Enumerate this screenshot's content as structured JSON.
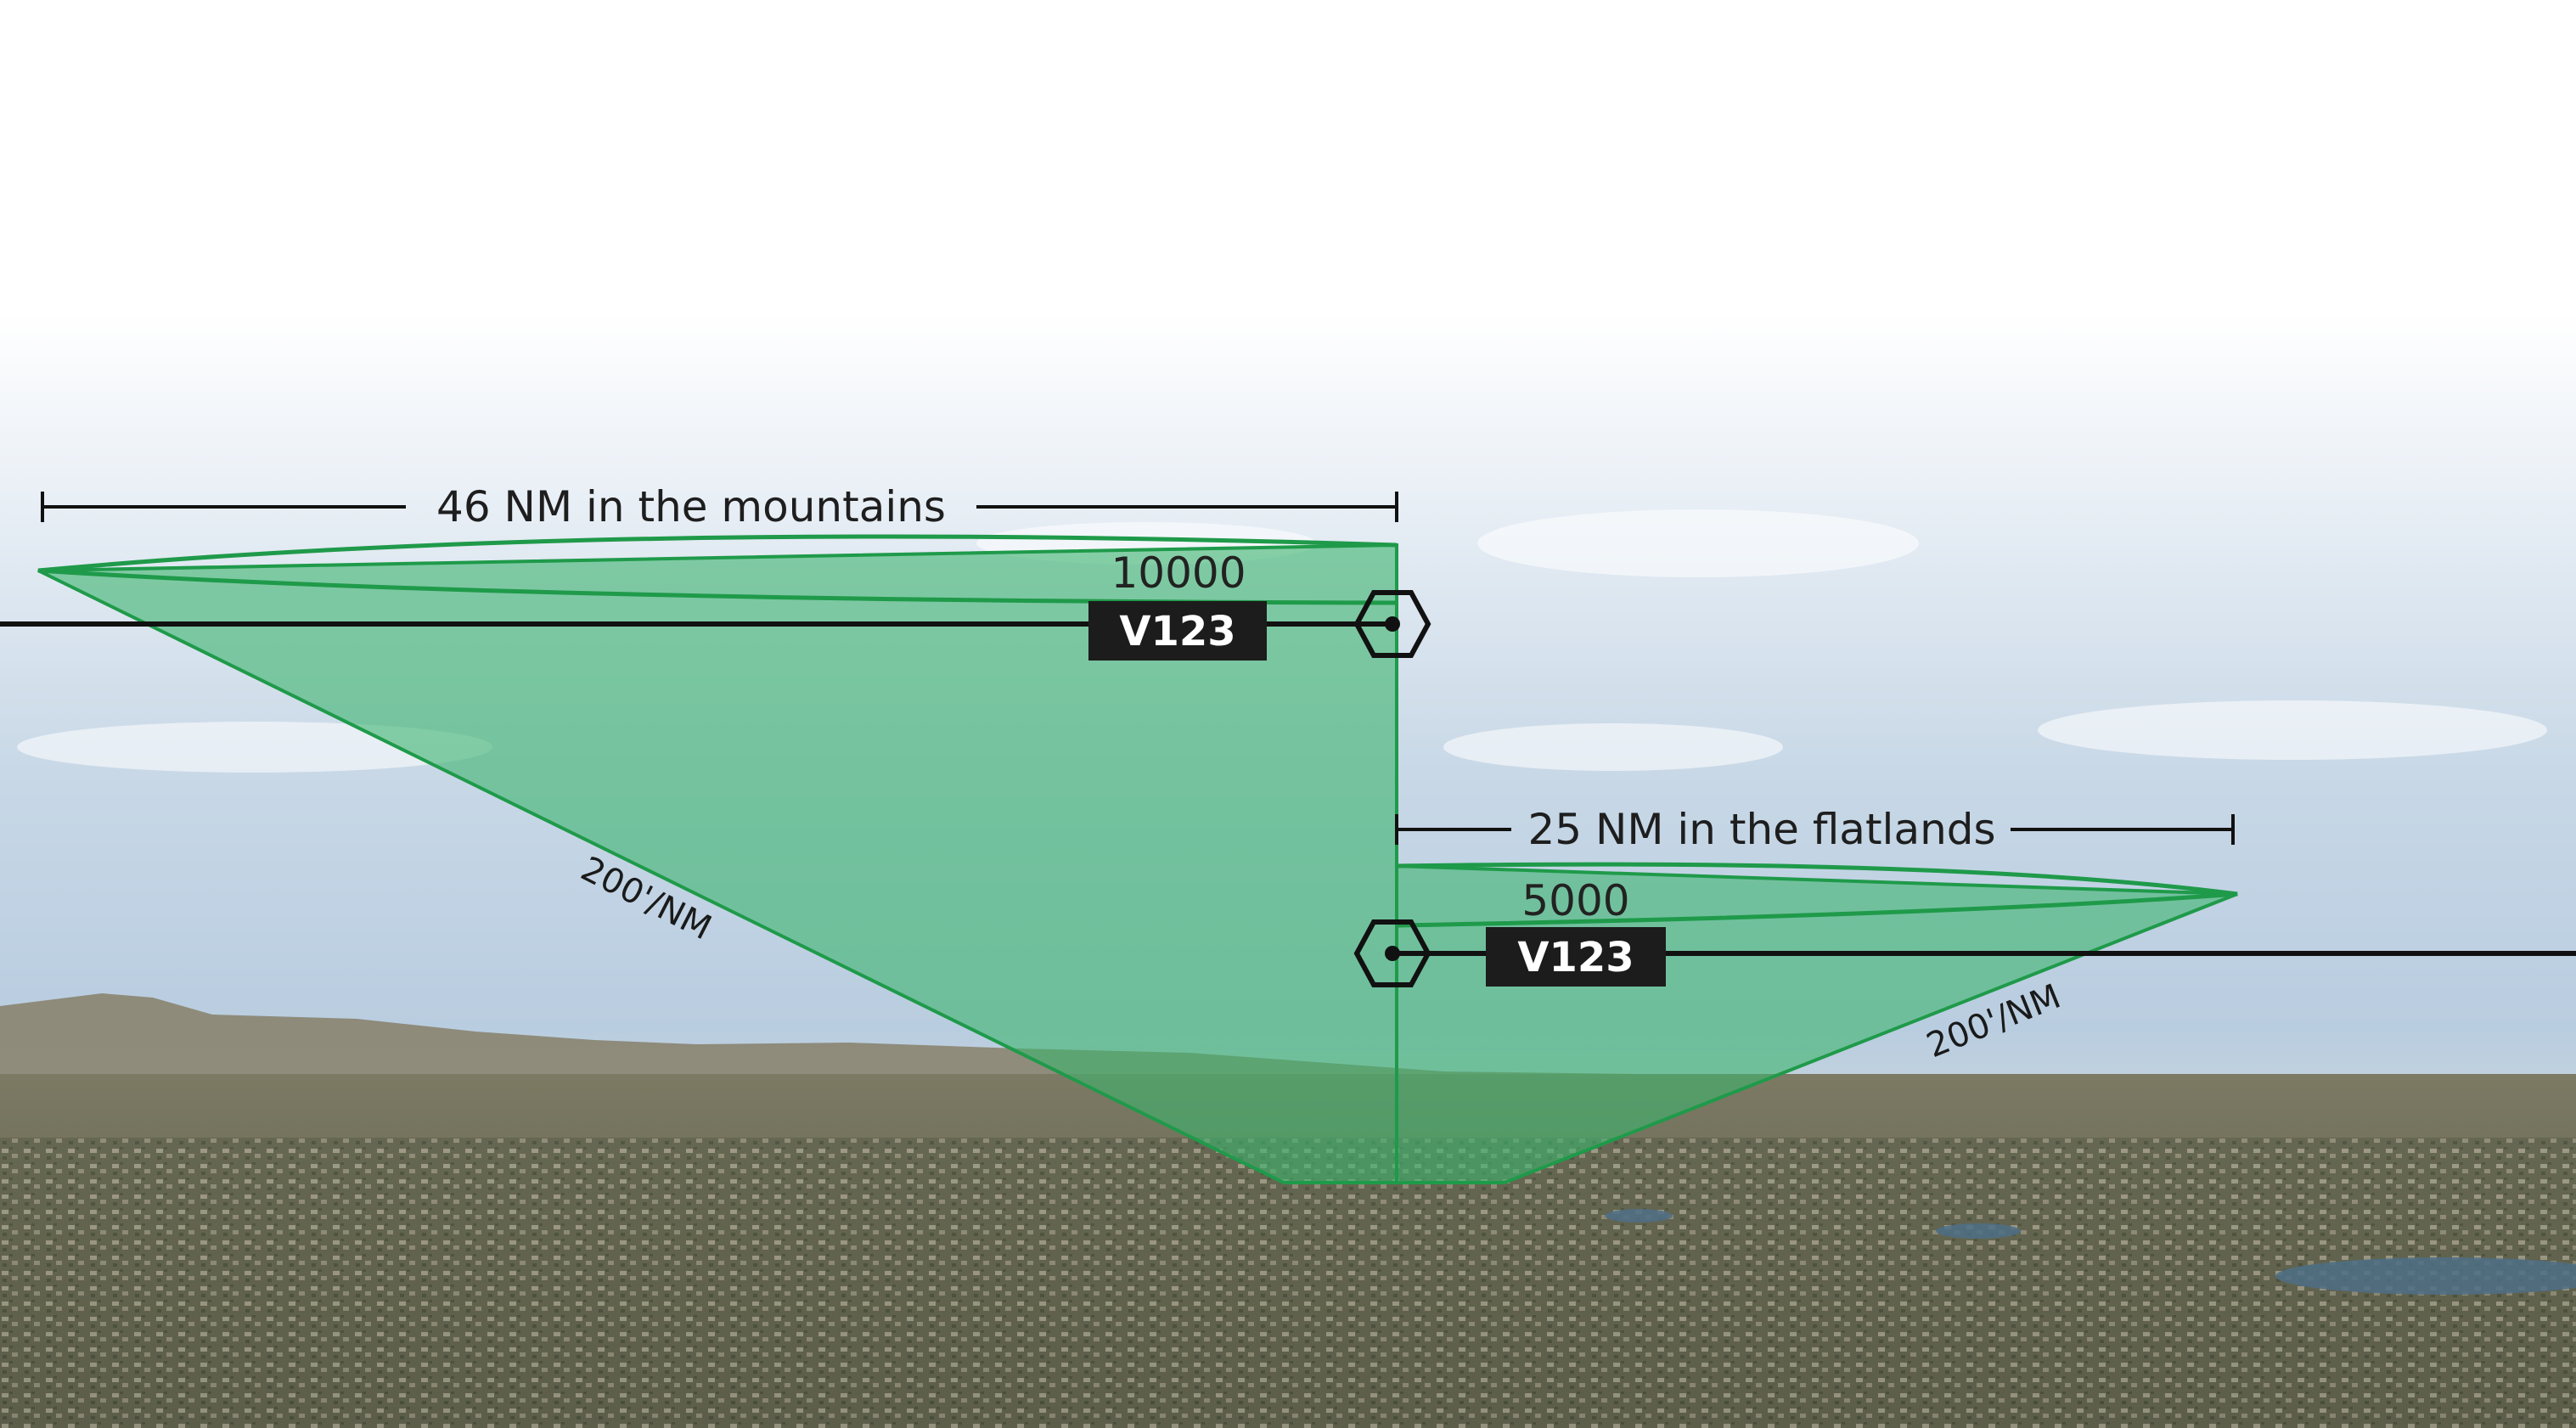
{
  "mountains": {
    "distance_label": "46 NM in the mountains",
    "altitude": "10000",
    "airway": "V123",
    "climb_rate": "200'/NM"
  },
  "flatlands": {
    "distance_label": "25 NM in the flatlands",
    "altitude": "5000",
    "airway": "V123",
    "climb_rate": "200'/NM"
  },
  "colors": {
    "area_fill": "#3cb46e",
    "area_stroke": "#1f9a4a",
    "line": "#111111",
    "tag_bg": "#1c1c1c"
  }
}
